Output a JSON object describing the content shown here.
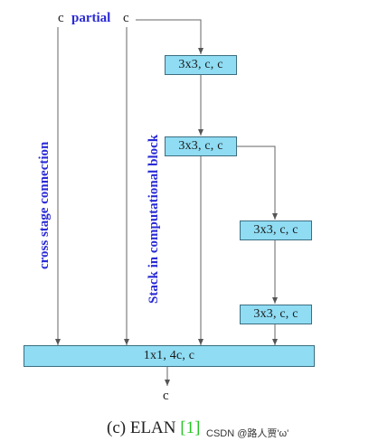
{
  "top": {
    "c_left": "c",
    "partial": "partial",
    "c_right": "c"
  },
  "labels": {
    "cross_stage": "cross stage connection",
    "stack": "Stack in computational block"
  },
  "blocks": [
    {
      "label": "3x3, c, c"
    },
    {
      "label": "3x3, c, c"
    },
    {
      "label": "3x3, c, c"
    },
    {
      "label": "3x3, c, c"
    }
  ],
  "merge": {
    "label": "1x1, 4c, c"
  },
  "output": {
    "label": "c"
  },
  "caption": {
    "prefix": "(c) ELAN ",
    "ref": "[1]"
  },
  "watermark": "CSDN @路人贾'ω'",
  "colors": {
    "box_fill": "#8fdcf3",
    "box_border": "#3c6e80",
    "label_blue": "#2a2ad6",
    "ref_green": "#27c427"
  }
}
